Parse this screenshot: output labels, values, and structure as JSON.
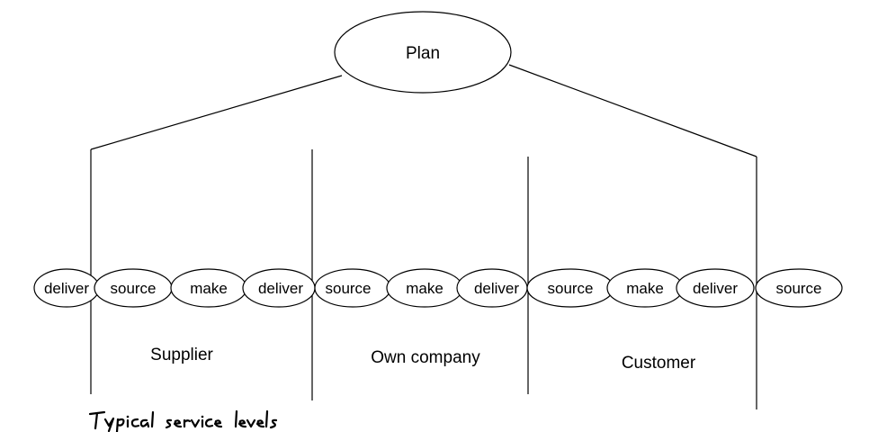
{
  "plan": {
    "label": "Plan"
  },
  "chain": [
    {
      "label": "deliver"
    },
    {
      "label": "source"
    },
    {
      "label": "make"
    },
    {
      "label": "deliver"
    },
    {
      "label": "source"
    },
    {
      "label": "make"
    },
    {
      "label": "deliver"
    },
    {
      "label": "source"
    },
    {
      "label": "make"
    },
    {
      "label": "deliver"
    },
    {
      "label": "source"
    }
  ],
  "sections": [
    {
      "label": "Supplier"
    },
    {
      "label": "Own company"
    },
    {
      "label": "Customer"
    }
  ],
  "annotation": {
    "text": "Typical service levels"
  }
}
